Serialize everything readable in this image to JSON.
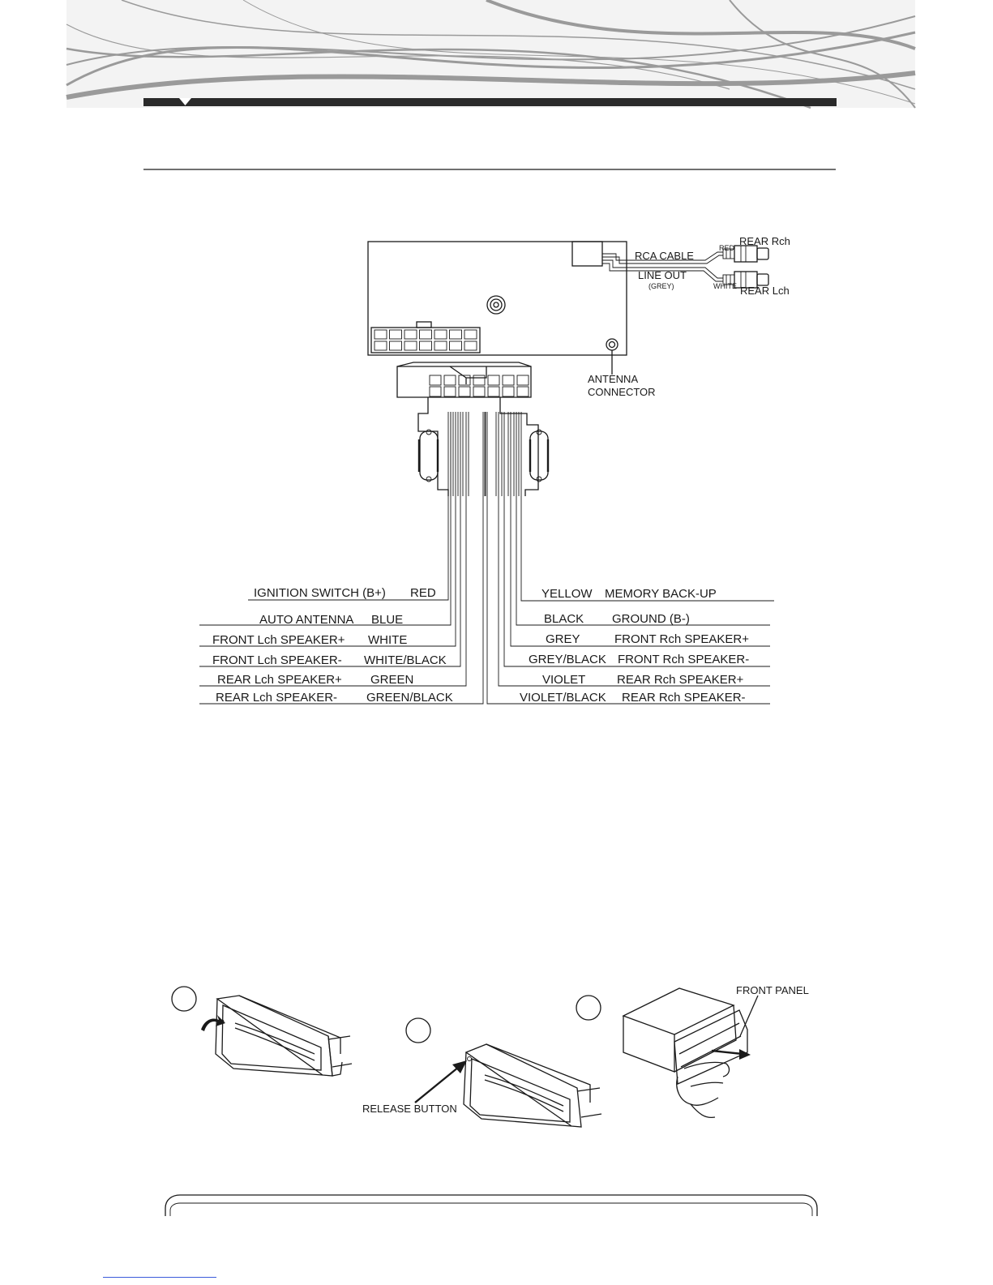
{
  "unit": {
    "rca_cable": "RCA CABLE",
    "line_out": "LINE OUT",
    "line_out_color": "(GREY)",
    "rear_rch": "REAR Rch",
    "rear_lch": "REAR Lch",
    "red": "RED",
    "white": "WHITE",
    "antenna_connector": [
      "ANTENNA",
      "CONNECTOR"
    ]
  },
  "wires_left": [
    {
      "function": "IGNITION SWITCH  (B+)",
      "color": "RED"
    },
    {
      "function": "AUTO ANTENNA",
      "color": "BLUE"
    },
    {
      "function": "FRONT Lch SPEAKER+",
      "color": "WHITE"
    },
    {
      "function": "FRONT Lch SPEAKER-",
      "color": "WHITE/BLACK"
    },
    {
      "function": "REAR Lch  SPEAKER+",
      "color": "GREEN"
    },
    {
      "function": "REAR Lch  SPEAKER-",
      "color": "GREEN/BLACK"
    }
  ],
  "wires_right": [
    {
      "color": "YELLOW",
      "function": "MEMORY BACK-UP"
    },
    {
      "color": "BLACK",
      "function": "GROUND (B-)"
    },
    {
      "color": "GREY",
      "function": "FRONT Rch  SPEAKER+"
    },
    {
      "color": "GREY/BLACK",
      "function": "FRONT Rch  SPEAKER-"
    },
    {
      "color": "VIOLET",
      "function": "REAR Rch   SPEAKER+"
    },
    {
      "color": "VIOLET/BLACK",
      "function": "REAR Rch   SPEAKER-"
    }
  ],
  "panel": {
    "release_button": "RELEASE BUTTON",
    "front_panel": "FRONT PANEL"
  },
  "colors": {
    "ink": "#1a1a1a",
    "header_bar": "#2a2a2a",
    "header_swirl": "#9a9a9a",
    "link": "#3b5bdb"
  }
}
